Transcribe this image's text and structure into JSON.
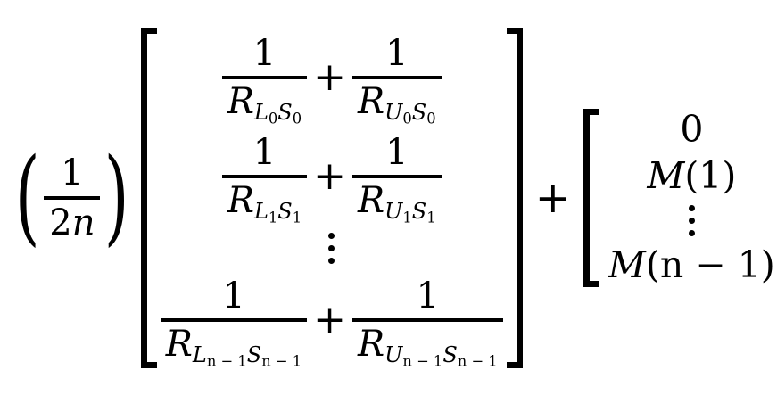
{
  "formula": {
    "description": "Average of reciprocal resistances plus offset vector",
    "background_color": "#ffffff",
    "text_color": "#000000",
    "scalar": {
      "left_paren": "(",
      "right_paren": ")",
      "numerator": "1",
      "denominator": "2n",
      "denominator_coefficient": "2",
      "denominator_variable": "n"
    },
    "matrix1": {
      "left_bracket": "[",
      "right_bracket": "]",
      "rows": [
        {
          "term1": {
            "numerator": "1",
            "base": "R",
            "sub1_letter": "L",
            "sub1_index": "0",
            "sub2_letter": "S",
            "sub2_index": "0",
            "denominator_text": "R_L0S0"
          },
          "operator": "+",
          "term2": {
            "numerator": "1",
            "base": "R",
            "sub1_letter": "U",
            "sub1_index": "0",
            "sub2_letter": "S",
            "sub2_index": "0",
            "denominator_text": "R_U0S0"
          }
        },
        {
          "term1": {
            "numerator": "1",
            "base": "R",
            "sub1_letter": "L",
            "sub1_index": "1",
            "sub2_letter": "S",
            "sub2_index": "1",
            "denominator_text": "R_L1S1"
          },
          "operator": "+",
          "term2": {
            "numerator": "1",
            "base": "R",
            "sub1_letter": "U",
            "sub1_index": "1",
            "sub2_letter": "S",
            "sub2_index": "1",
            "denominator_text": "R_U1S1"
          }
        },
        {
          "ellipsis": "⋮"
        },
        {
          "term1": {
            "numerator": "1",
            "base": "R",
            "sub1_letter": "L",
            "sub1_index": "n − 1",
            "sub2_letter": "S",
            "sub2_index": "n − 1",
            "denominator_text": "R_L(n-1)S(n-1)"
          },
          "operator": "+",
          "term2": {
            "numerator": "1",
            "base": "R",
            "sub1_letter": "U",
            "sub1_index": "n − 1",
            "sub2_letter": "S",
            "sub2_index": "n − 1",
            "denominator_text": "R_U(n-1)S(n-1)"
          }
        }
      ]
    },
    "outer_operator": "+",
    "matrix2": {
      "left_bracket": "[",
      "right_bracket": "]",
      "entries": [
        {
          "text": "0",
          "type": "value"
        },
        {
          "func": "M",
          "arg": "(1)",
          "type": "function"
        },
        {
          "text": "⋮",
          "type": "ellipsis"
        },
        {
          "func": "M",
          "arg": "(n − 1)",
          "type": "function"
        }
      ]
    }
  }
}
